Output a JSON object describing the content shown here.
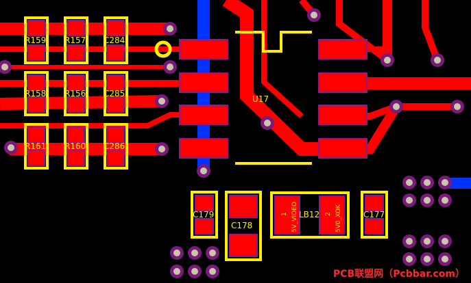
{
  "board": {
    "background": "#000000",
    "colors": {
      "copper_top": "#ff0000",
      "copper_bottom": "#0033ff",
      "pad_outline": "#8b1a8b",
      "via_ring": "#7a1a7a",
      "via_hole": "#c8c8a8",
      "silkscreen": "#ffee00",
      "watermark": "#ff2a2a"
    }
  },
  "labels": {
    "r159": "R159",
    "r157": "R157",
    "c284": "C284",
    "r158": "R158",
    "r156": "R156",
    "c285": "C285",
    "r161": "R161",
    "r160": "R160",
    "c286": "C286",
    "u17": "U17",
    "c179": "C179",
    "c178": "C178",
    "lb12": "LB12",
    "lb12_pin1": "1",
    "lb12_pin1_net": "5V_VIDEO",
    "lb12_pin2": "2",
    "lb12_pin2_net": "5V0_XOK",
    "c177": "C177"
  },
  "watermark": "PCB联盟网（Pcbbar.com）"
}
